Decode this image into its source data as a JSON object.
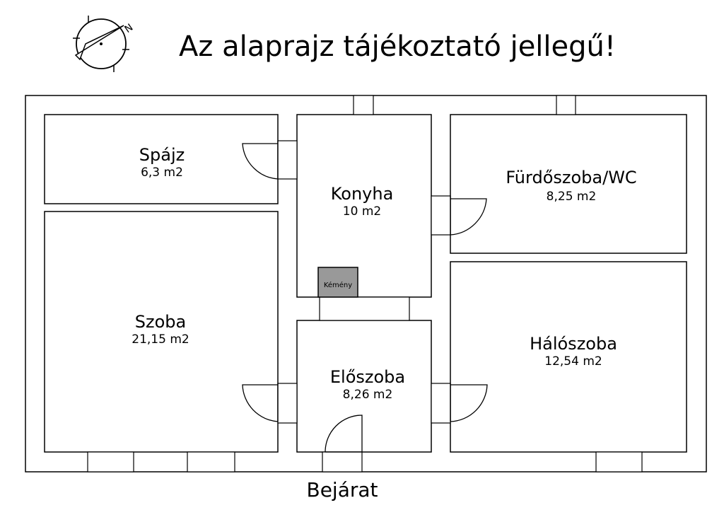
{
  "header": {
    "title": "Az alaprajz tájékoztató jellegű!",
    "compass_label": "N"
  },
  "rooms": {
    "spajz": {
      "name": "Spájz",
      "area": "6,3 m2"
    },
    "konyha": {
      "name": "Konyha",
      "area": "10 m2"
    },
    "furdo": {
      "name": "Fürdőszoba/WC",
      "area": "8,25 m2"
    },
    "szoba": {
      "name": "Szoba",
      "area": "21,15 m2"
    },
    "eloszoba": {
      "name": "Előszoba",
      "area": "8,26 m2"
    },
    "haloszoba": {
      "name": "Hálószoba",
      "area": "12,54 m2"
    }
  },
  "chimney": {
    "label": "Kémény",
    "color": "#999999"
  },
  "entrance": {
    "label": "Bejárat"
  },
  "colors": {
    "wall_hatch": "#555555",
    "background": "#ffffff"
  }
}
